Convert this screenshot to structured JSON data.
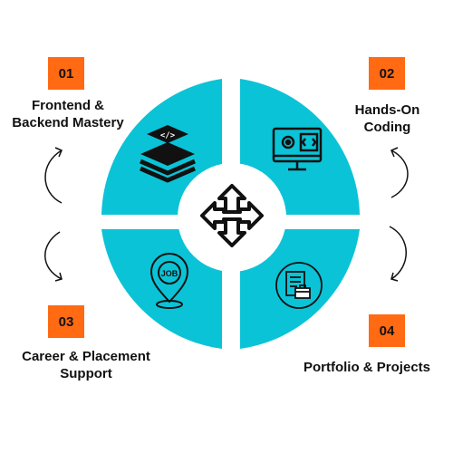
{
  "colors": {
    "quadrant": "#0bc3d6",
    "badge": "#ff6a13",
    "icon_stroke": "#111111"
  },
  "steps": [
    {
      "number": "01",
      "title_line1": "Frontend &",
      "title_line2": "Backend Mastery",
      "icon": "code-layers-icon"
    },
    {
      "number": "02",
      "title_line1": "Hands-On",
      "title_line2": "Coding",
      "icon": "monitor-gear-code-icon"
    },
    {
      "number": "03",
      "title_line1": "Career & Placement",
      "title_line2": "Support",
      "icon": "job-location-pin-icon"
    },
    {
      "number": "04",
      "title_line1": "Portfolio & Projects",
      "title_line2": "",
      "icon": "portfolio-document-icon"
    }
  ],
  "center": {
    "icon": "four-way-arrows-icon"
  },
  "job_pin_text": "JOB"
}
